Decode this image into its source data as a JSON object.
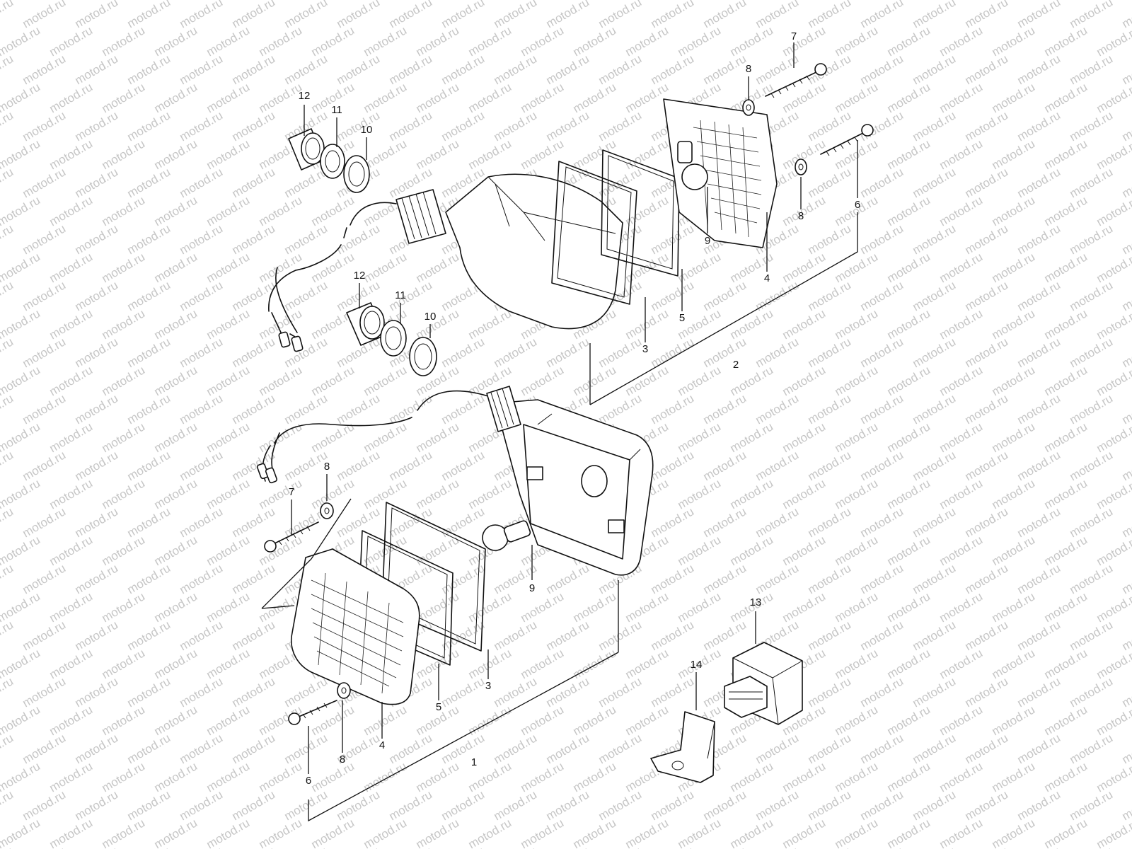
{
  "watermark": "motod.ru",
  "callouts": {
    "a_12": "12",
    "a_11": "11",
    "a_10": "10",
    "b_12": "12",
    "b_11": "11",
    "b_10": "10",
    "c_8": "8",
    "c_7": "7",
    "c_8b": "8",
    "c_6": "6",
    "c_9": "9",
    "c_4": "4",
    "c_5": "5",
    "c_3": "3",
    "c_2": "2",
    "d_8": "8",
    "d_7": "7",
    "d_9": "9",
    "d_3": "3",
    "d_5": "5",
    "d_4": "4",
    "d_8b": "8",
    "d_6": "6",
    "d_1": "1",
    "e_13": "13",
    "e_14": "14"
  },
  "colors": {
    "line": "#111111",
    "watermark": "#c6c6c6",
    "background": "#ffffff"
  }
}
